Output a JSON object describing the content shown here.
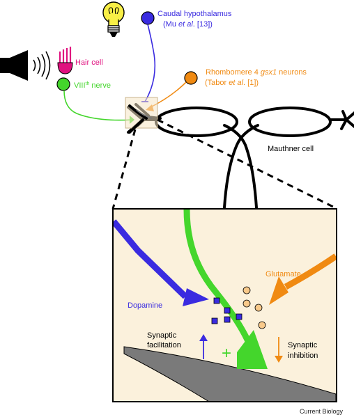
{
  "labels": {
    "caudal_title": "Caudal hypothalamus",
    "caudal_ref_pre": "(Mu ",
    "caudal_ref_etal": "et al",
    "caudal_ref_post": ". [13])",
    "hair_cell": "Hair cell",
    "nerve_pre": "VIII",
    "nerve_sup": "th",
    "nerve_post": " nerve",
    "rhombo_pre": "Rhombomere 4 ",
    "rhombo_gene": "gsx1",
    "rhombo_post": " neurons",
    "tabor_pre": "(Tabor ",
    "tabor_etal": "et al",
    "tabor_post": ". [1])",
    "mauthner": "Mauthner cell",
    "glutamate": "Glutamate",
    "dopamine": "Dopamine",
    "syn_fac_1": "Synaptic",
    "syn_fac_2": "facilitation",
    "syn_inh_1": "Synaptic",
    "syn_inh_2": "inhibition",
    "plus": "+",
    "footer": "Current Biology"
  },
  "colors": {
    "dopamine": "#3a2be0",
    "glutamate": "#f08a12",
    "auditory": "#44d62c",
    "hair_cell": "#e0117f",
    "panel_bg": "#fbf1dc",
    "bulb": "#f9ef46",
    "axon_gray": "#7a7a7a"
  },
  "icons": [
    "speaker-icon",
    "sound-waves-icon",
    "light-bulb-icon",
    "hair-cell-icon"
  ]
}
